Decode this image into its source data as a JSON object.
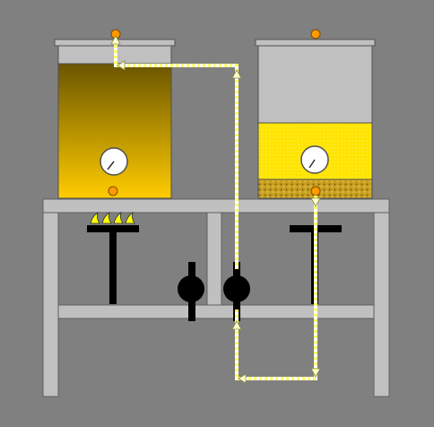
{
  "scene": {
    "background": "#808080",
    "frame_color": "#c0c0c0",
    "frame_stroke": "#606060",
    "equipment_color": "#000000"
  },
  "tanks": [
    {
      "id": "left",
      "lid_port_color": "#ff9900",
      "bottom_port_color": "#ff9900",
      "contents_gradient": [
        "#6b5500",
        "#ffcc00"
      ],
      "gauge": "pressure-gauge",
      "level": 0.87
    },
    {
      "id": "right",
      "lid_port_color": "#ff9900",
      "bottom_port_color": "#ff9900",
      "contents_color": "#ffe400",
      "sediment_color": "#c8a020",
      "gauge": "pressure-gauge",
      "level": 0.5
    }
  ],
  "flow_lines": {
    "color_a": "#ffff66",
    "color_b": "#ffffff",
    "arrow_color": "#ffffcc"
  },
  "pumps": [
    {
      "id": "pump-left"
    },
    {
      "id": "pump-right"
    }
  ],
  "burner": {
    "flame_color": "#ffff00",
    "flame_count": 4
  }
}
